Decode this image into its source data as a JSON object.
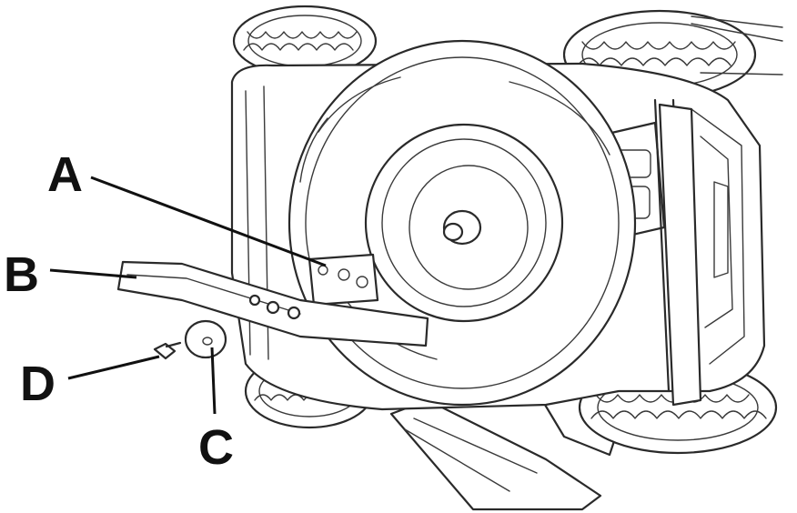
{
  "diagram": {
    "subject": "lawn-mower-underside-blade-assembly",
    "callouts": [
      {
        "id": "A",
        "label": "A"
      },
      {
        "id": "B",
        "label": "B"
      },
      {
        "id": "C",
        "label": "C"
      },
      {
        "id": "D",
        "label": "D"
      }
    ],
    "colors": {
      "line": "#2a2a2a",
      "label": "#111111",
      "background": "#ffffff"
    }
  }
}
